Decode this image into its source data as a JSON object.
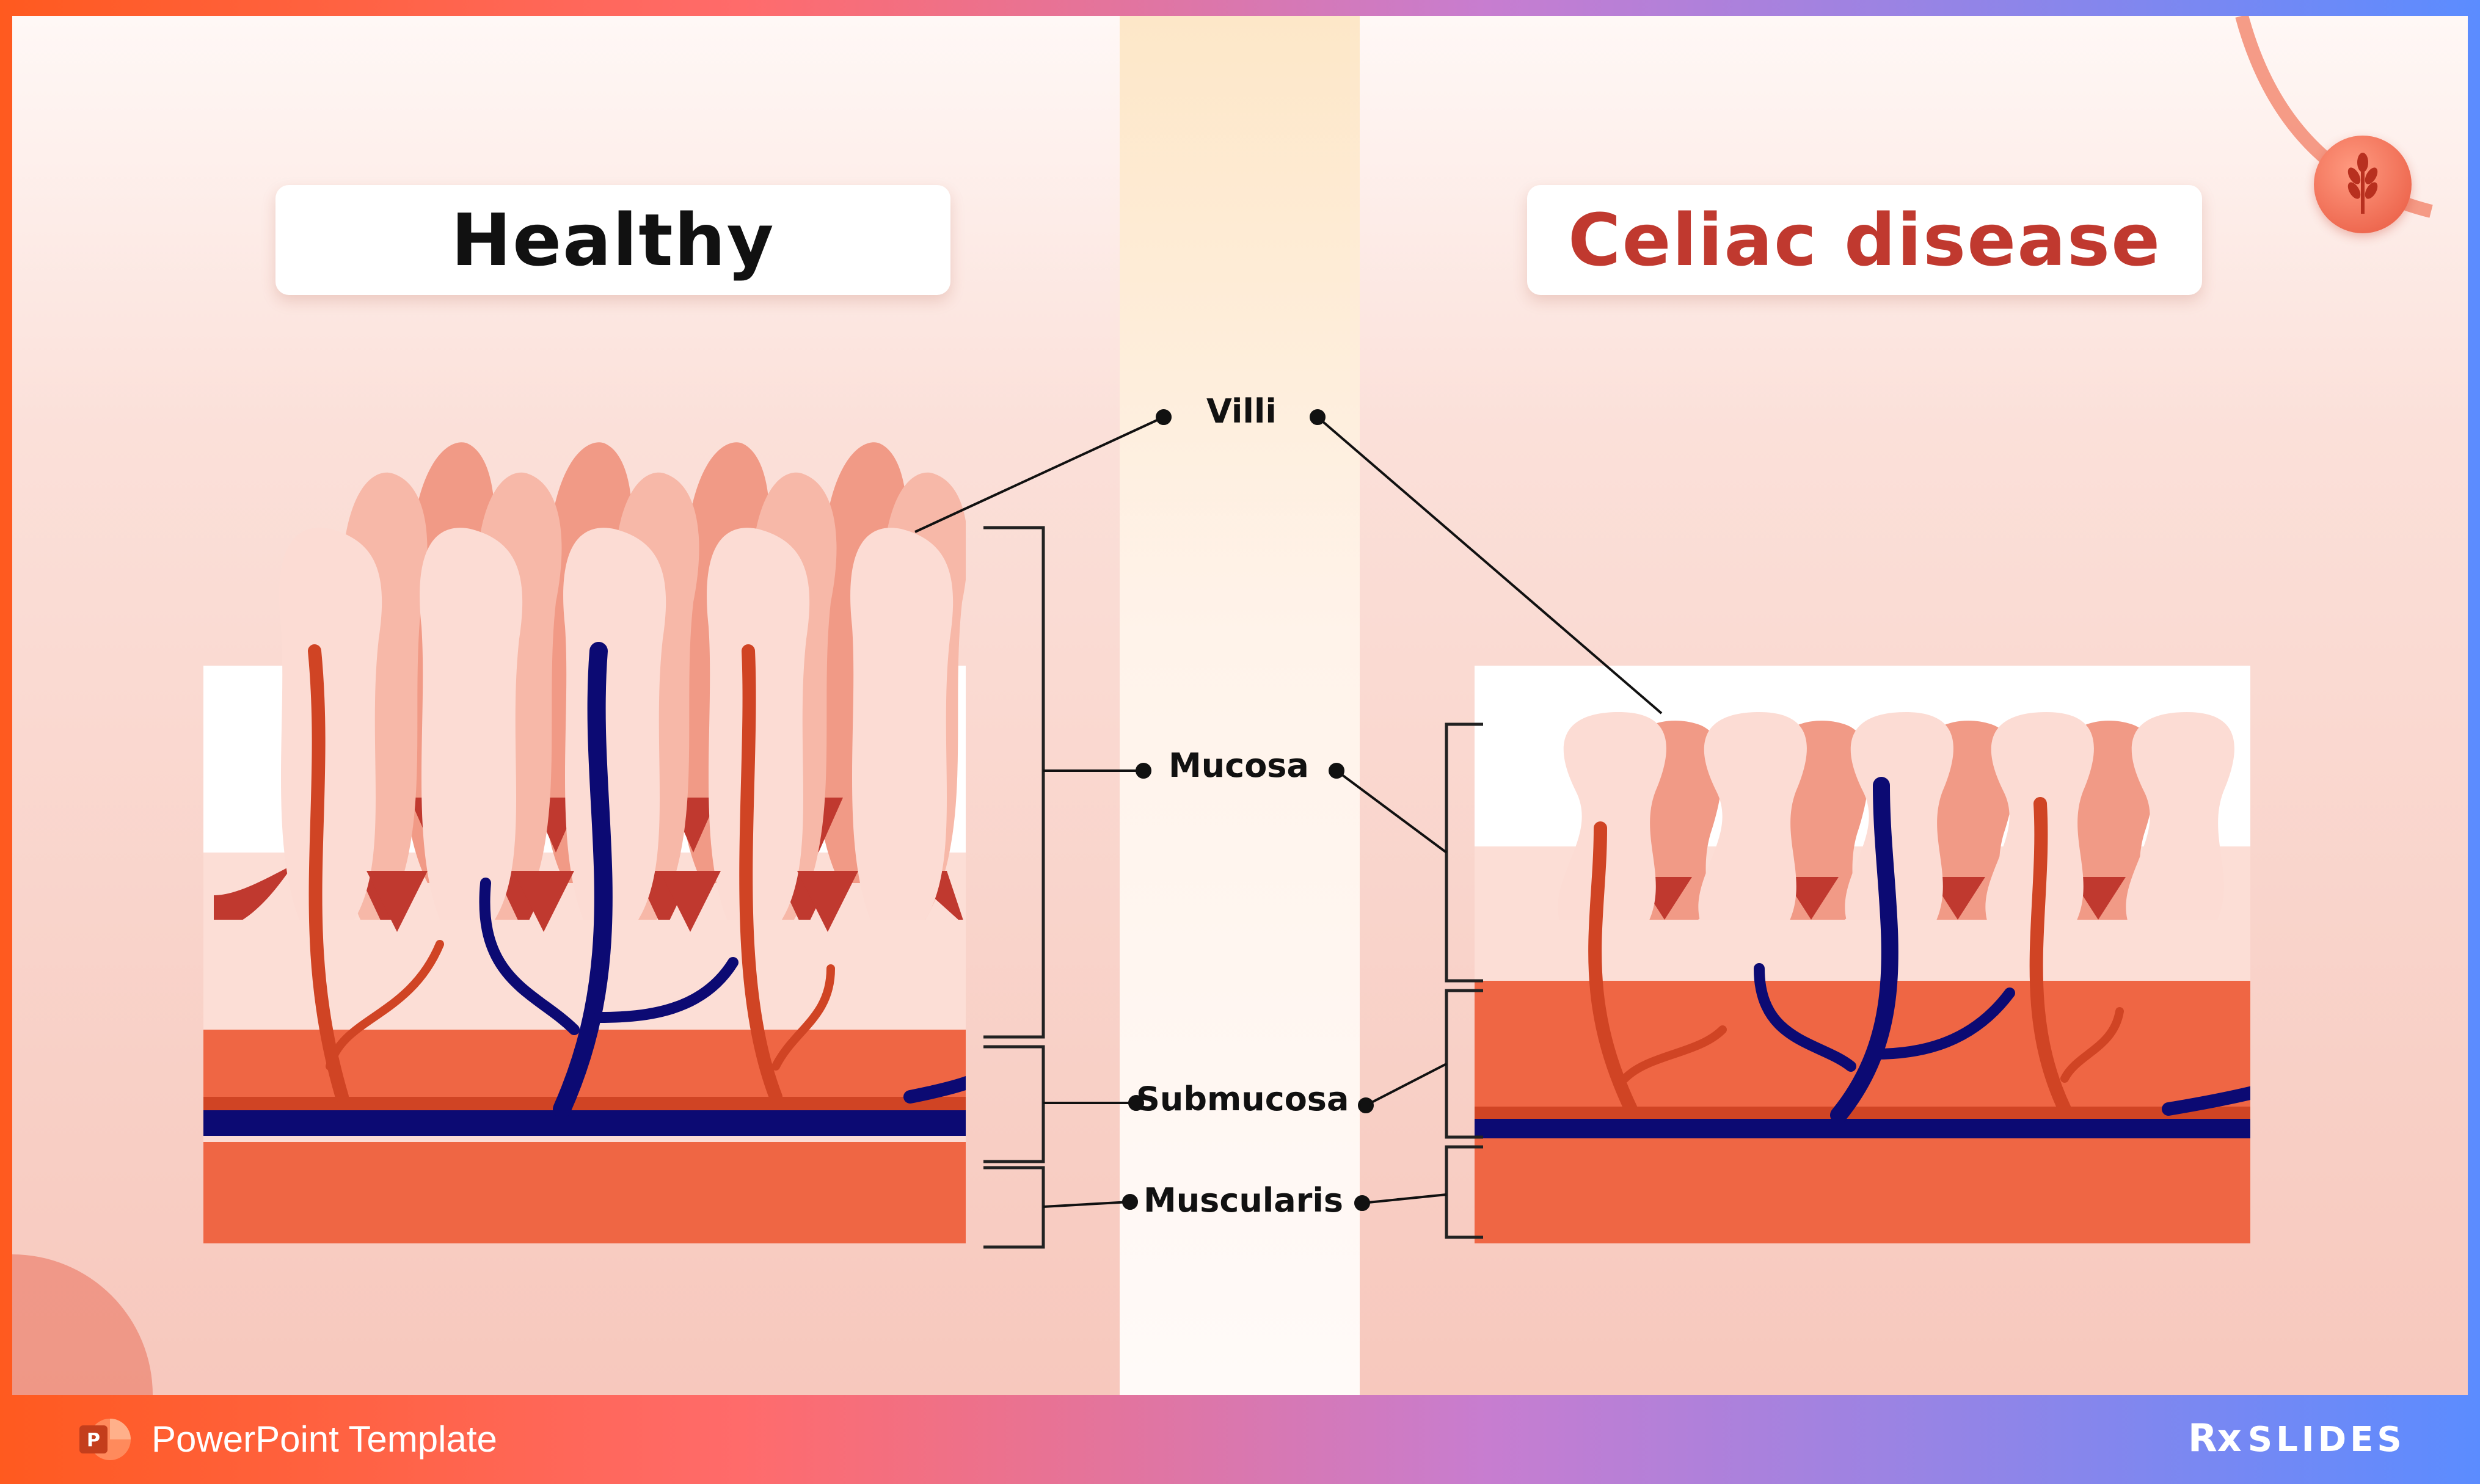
{
  "titles": {
    "healthy": "Healthy",
    "celiac": "Celiac disease"
  },
  "labels": {
    "villi": "Villi",
    "mucosa": "Mucosa",
    "submucosa": "Submucosa",
    "muscularis": "Muscularis"
  },
  "footer": {
    "template_text": "PowerPoint Template",
    "ppt_letter": "P",
    "brand_rx": "Rx",
    "brand_name": "SLIDES"
  },
  "colors": {
    "villus_light": "#fcdcd4",
    "villus_mid": "#f7b8a8",
    "villus_dark": "#f19a86",
    "crypt_red": "#c0392f",
    "submucosa": "#ef6644",
    "vessel_red": "#d04424",
    "vessel_blue": "#0c0a73",
    "mucosa_bg": "#fcded6",
    "title_red": "#c0392f"
  }
}
